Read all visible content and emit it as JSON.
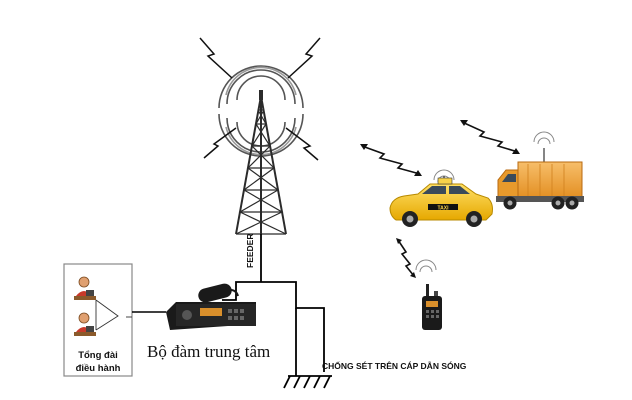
{
  "labels": {
    "feeder": "FEEDER",
    "dispatch_line1": "Tổng đài",
    "dispatch_line2": "điều hành",
    "base_radio": "Bộ đàm trung tâm",
    "lightning": "CHỐNG SÉT TRÊN CÁP DẪN SÓNG",
    "taxi_door": "TAXI"
  },
  "colors": {
    "tower": "#2b2b2b",
    "taxi": "#f2c21b",
    "truck_cargo": "#f0a340",
    "truck_cab": "#e89a2c",
    "radio_body": "#1a1a1a",
    "signal_bolt": "#111111",
    "wire": "#000000"
  },
  "icons": [
    "radio-tower-icon",
    "dispatch-operator-icon",
    "base-station-radio-icon",
    "taxi-car-icon",
    "cargo-truck-icon",
    "handheld-radio-icon",
    "ground-symbol-icon",
    "signal-zigzag-icon"
  ]
}
